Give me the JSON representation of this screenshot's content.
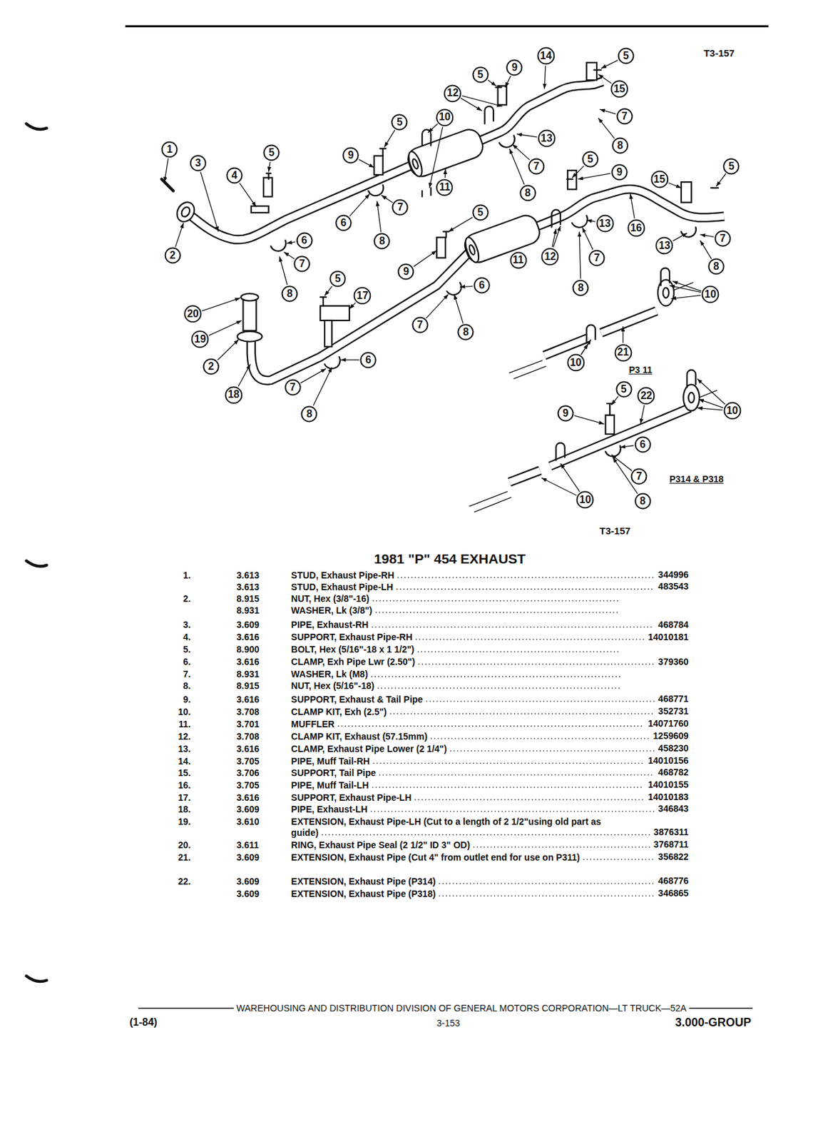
{
  "diagram": {
    "title": "1981 \"P\" 454 EXHAUST",
    "nodes": [
      {
        "text": [
          "1"
        ]
      },
      {
        "text": [
          "3"
        ]
      },
      {
        "text": [
          "5"
        ]
      },
      {
        "text": [
          "4"
        ]
      },
      {
        "text": [
          "9"
        ]
      },
      {
        "text": [
          "5"
        ]
      },
      {
        "text": [
          "10"
        ]
      },
      {
        "text": [
          "12"
        ]
      },
      {
        "text": [
          "5"
        ]
      },
      {
        "text": [
          "9"
        ]
      },
      {
        "text": [
          "14"
        ]
      },
      {
        "text": [
          "5"
        ]
      },
      {
        "text": [
          "15"
        ]
      },
      {
        "text": [
          "7"
        ]
      },
      {
        "text": [
          "8"
        ]
      },
      {
        "text": [
          "13"
        ]
      },
      {
        "text": [
          "7"
        ]
      },
      {
        "text": [
          "8"
        ]
      },
      {
        "text": [
          "11"
        ]
      },
      {
        "text": [
          "7"
        ]
      },
      {
        "text": [
          "6"
        ]
      },
      {
        "text": [
          "8"
        ]
      },
      {
        "text": [
          "2"
        ]
      },
      {
        "text": [
          "6"
        ]
      },
      {
        "text": [
          "7"
        ]
      },
      {
        "text": [
          "8"
        ]
      },
      {
        "text": [
          "5"
        ]
      },
      {
        "text": [
          "9"
        ]
      },
      {
        "text": [
          "15"
        ]
      },
      {
        "text": [
          "5"
        ]
      },
      {
        "text": [
          "16"
        ]
      },
      {
        "text": [
          "13"
        ]
      },
      {
        "text": [
          "13"
        ]
      },
      {
        "text": [
          "7"
        ]
      },
      {
        "text": [
          "8"
        ]
      },
      {
        "text": [
          "5"
        ]
      },
      {
        "text": [
          "9"
        ]
      },
      {
        "text": [
          "11"
        ]
      },
      {
        "text": [
          "12"
        ]
      },
      {
        "text": [
          "7"
        ]
      },
      {
        "text": [
          "8"
        ]
      },
      {
        "text": [
          "6"
        ]
      },
      {
        "text": [
          "5"
        ]
      },
      {
        "text": [
          "17"
        ]
      },
      {
        "text": [
          "20"
        ]
      },
      {
        "text": [
          "19"
        ]
      },
      {
        "text": [
          "2"
        ]
      },
      {
        "text": [
          "7"
        ]
      },
      {
        "text": [
          "8"
        ]
      },
      {
        "text": [
          "6"
        ]
      },
      {
        "text": [
          "18"
        ]
      },
      {
        "text": [
          "7"
        ]
      },
      {
        "text": [
          "8"
        ]
      },
      {
        "text": [
          "10"
        ]
      },
      {
        "text": [
          "21"
        ]
      },
      {
        "text": [
          "10"
        ]
      },
      {
        "text": [
          "5"
        ]
      },
      {
        "text": [
          "22"
        ]
      },
      {
        "text": [
          "9"
        ]
      },
      {
        "text": [
          "10"
        ]
      },
      {
        "text": [
          "6"
        ]
      },
      {
        "text": [
          "7"
        ]
      },
      {
        "text": [
          "10"
        ]
      },
      {
        "text": [
          "8"
        ]
      }
    ],
    "labels": [
      "T3-157",
      "P3 11",
      "P314 & P318",
      "T3-157",
      "1.",
      "3.613",
      "STUD, Exhaust Pipe-RH",
      "344996",
      "3.613",
      "STUD, Exhaust Pipe-LH",
      "483543",
      "2.",
      "8.915",
      "NUT, Hex (3/8\"-16)",
      "8.931",
      "WASHER, Lk (3/8\")",
      "3.",
      "3.609",
      "PIPE, Exhaust-RH",
      "468784",
      "4.",
      "3.616",
      "SUPPORT, Exhaust Pipe-RH",
      "14010181",
      "5.",
      "8.900",
      "BOLT, Hex (5/16\"-18 x 1 1/2\")",
      "6.",
      "3.616",
      "CLAMP, Exh Pipe Lwr (2.50\")",
      "379360",
      "7.",
      "8.931",
      "WASHER, Lk (M8)",
      "8.",
      "8.915",
      "NUT, Hex (5/16\"-18)",
      "9.",
      "3.616",
      "SUPPORT, Exhaust & Tail Pipe",
      "468771",
      "10.",
      "3.708",
      "CLAMP KIT, Exh (2.5\")",
      "352731",
      "11.",
      "3.701",
      "MUFFLER",
      "14071760",
      "12.",
      "3.708",
      "CLAMP KIT, Exhaust (57.15mm)",
      "1259609",
      "13.",
      "3.616",
      "CLAMP, Exhaust Pipe Lower (2 1/4\")",
      "458230",
      "14.",
      "3.705",
      "PIPE, Muff Tail-RH",
      "14010156",
      "15.",
      "3.706",
      "SUPPORT, Tail Pipe",
      "468782",
      "16.",
      "3.705",
      "PIPE, Muff Tail-LH",
      "14010155",
      "17.",
      "3.616",
      "SUPPORT, Exhaust Pipe-LH",
      "14010183",
      "18.",
      "3.609",
      "PIPE, Exhaust-LH",
      "346843",
      "19.",
      "3.610",
      "EXTENSION, Exhaust Pipe-LH (Cut to a length of 2 1/2\"using old part as guide)",
      "3876311",
      "20.",
      "3.611",
      "RING, Exhaust Pipe Seal (2 1/2\" ID 3\" OD)",
      "3768711",
      "21.",
      "3.609",
      "EXTENSION, Exhaust Pipe (Cut 4\" from outlet end for use on P311)",
      "356822",
      "22.",
      "3.609",
      "EXTENSION, Exhaust Pipe (P314)",
      "468776",
      "3.609",
      "EXTENSION, Exhaust Pipe (P318)",
      "346865",
      "WAREHOUSING AND DISTRIBUTION DIVISION OF GENERAL MOTORS CORPORATION—LT TRUCK—52A",
      "(1-84)",
      "3-153",
      "3.000-GROUP"
    ]
  }
}
